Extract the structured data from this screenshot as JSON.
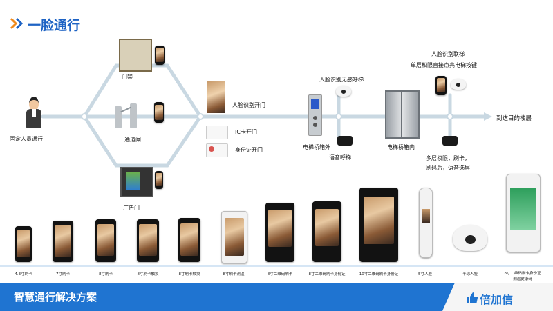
{
  "header": {
    "title": "一脸通行"
  },
  "flow": {
    "start": "固定人员通行",
    "door": "门禁",
    "gate": "通道闸",
    "ad_door": "广告门",
    "face_open": "人脸识别开门",
    "ic_open": "IC卡开门",
    "id_open": "身份证开门",
    "elevator_outside": "电梯桥箱外",
    "face_call": "人脸识别无感呼梯",
    "voice_call": "语音呼梯",
    "elevator_inside": "电梯桥箱内",
    "face_linkage": "人脸识别联梯",
    "single_floor": "单层权限直接点亮电梯按键",
    "multi_floor_1": "多层权限，刷卡，",
    "multi_floor_2": "刷码后，语音选层",
    "destination": "到达目的楼层"
  },
  "products": [
    "4.3寸刷卡",
    "7寸刷卡",
    "8寸刷卡",
    "8寸刷卡触摸",
    "8寸刷卡触摸",
    "8寸刷卡测温",
    "8寸二维码刷卡",
    "8寸二维码刷卡身份证",
    "10寸二维码刷卡身份证",
    "5寸人脸",
    "半球人脸",
    "8寸二维码刷卡身份证",
    "测温健康码"
  ],
  "footer": {
    "slogan": "智慧通行解决方案",
    "brand": "倍加信"
  },
  "colors": {
    "accent": "#1e63c4",
    "bar": "#1f74d1",
    "line": "#c9d8e2"
  }
}
